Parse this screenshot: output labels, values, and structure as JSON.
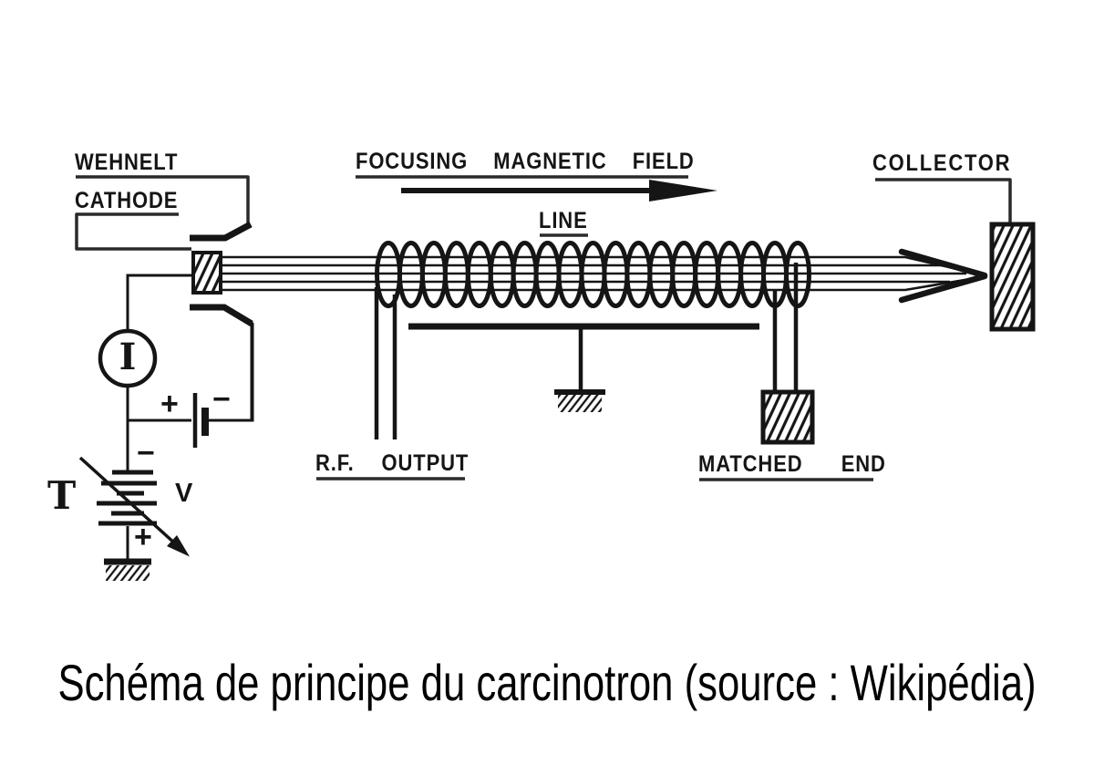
{
  "diagram": {
    "labels": {
      "wehnelt": "WEHNELT",
      "cathode": "CATHODE",
      "focusing_field": "FOCUSING MAGNETIC FIELD",
      "line": "LINE",
      "collector": "COLLECTOR",
      "rf_output": "R.F. OUTPUT",
      "matched_end": "MATCHED END"
    },
    "symbols": {
      "ammeter": "I",
      "transformer": "T",
      "voltage": "V",
      "anode_plus": "+",
      "anode_minus": "−",
      "hv_minus": "−",
      "hv_plus": "+"
    },
    "colors": {
      "ink": "#151515",
      "background": "#ffffff"
    }
  },
  "caption": {
    "text": "Schéma de principe du carcinotron (source : Wikipédia)"
  }
}
